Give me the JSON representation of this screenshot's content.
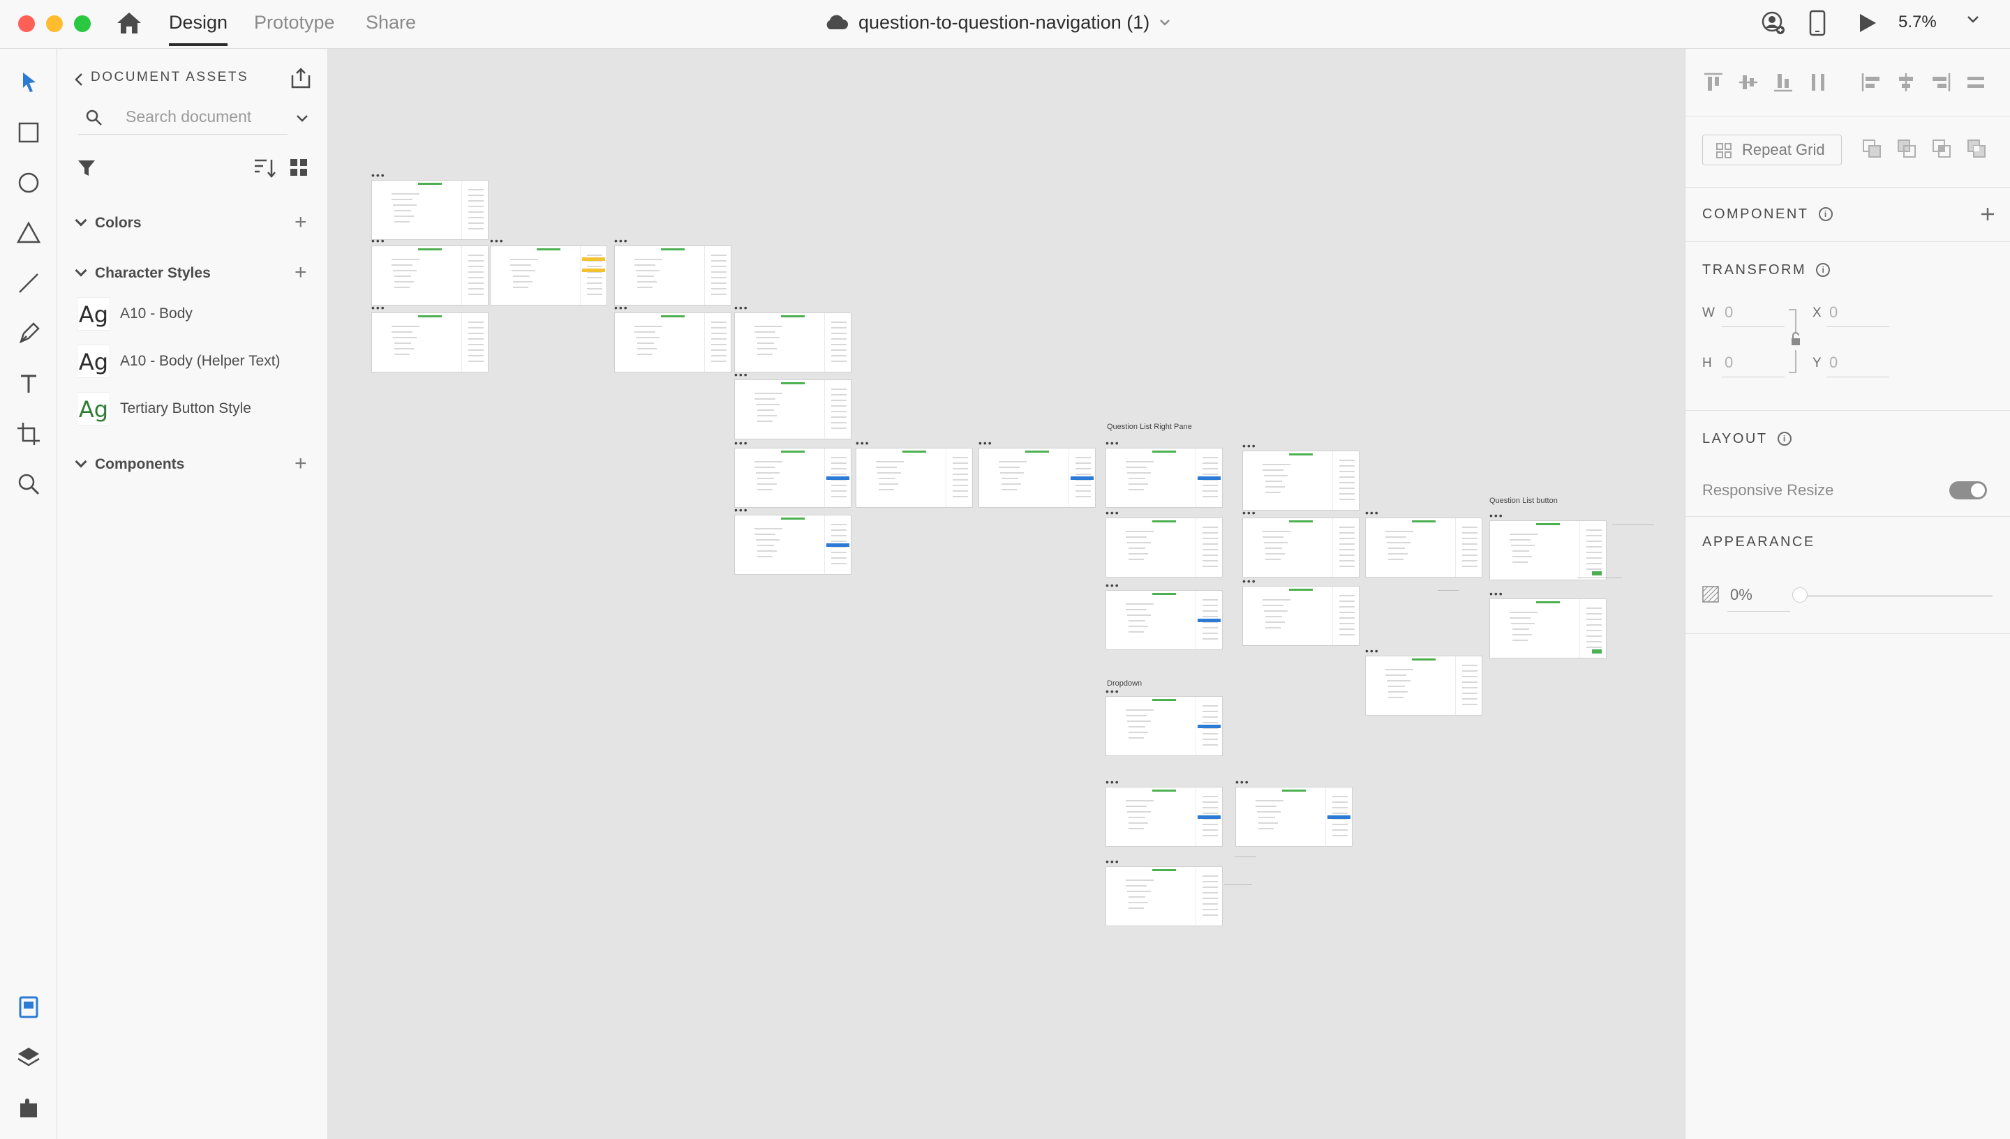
{
  "titlebar": {
    "tabs": [
      "Design",
      "Prototype",
      "Share"
    ],
    "document_title": "question-to-question-navigation (1)",
    "zoom": "5.7%"
  },
  "assets": {
    "title": "DOCUMENT ASSETS",
    "search_placeholder": "Search document",
    "colors_label": "Colors",
    "character_styles_label": "Character Styles",
    "character_styles": [
      {
        "sample": "Ag",
        "name": "A10 - Body",
        "color": "#2c2c2c"
      },
      {
        "sample": "Ag",
        "name": "A10 - Body (Helper Text)",
        "color": "#2c2c2c"
      },
      {
        "sample": "Ag",
        "name": "Tertiary Button Style",
        "color": "#2e7d32"
      }
    ],
    "components_label": "Components"
  },
  "canvas": {
    "group_labels": [
      "Question List Right Pane",
      "Question List button",
      "Dropdown"
    ]
  },
  "properties": {
    "repeat_grid": "Repeat Grid",
    "component_label": "COMPONENT",
    "transform_label": "TRANSFORM",
    "w_label": "W",
    "w_value": "0",
    "h_label": "H",
    "h_value": "0",
    "x_label": "X",
    "x_value": "0",
    "y_label": "Y",
    "y_value": "0",
    "layout_label": "LAYOUT",
    "responsive_resize": "Responsive Resize",
    "appearance_label": "APPEARANCE",
    "opacity": "0%"
  },
  "colors": {
    "accent": "#2a7ad6",
    "traffic_red": "#fe5f57",
    "traffic_yellow": "#febc2e",
    "traffic_green": "#28c840",
    "canvas_bg": "#e4e4e4"
  }
}
